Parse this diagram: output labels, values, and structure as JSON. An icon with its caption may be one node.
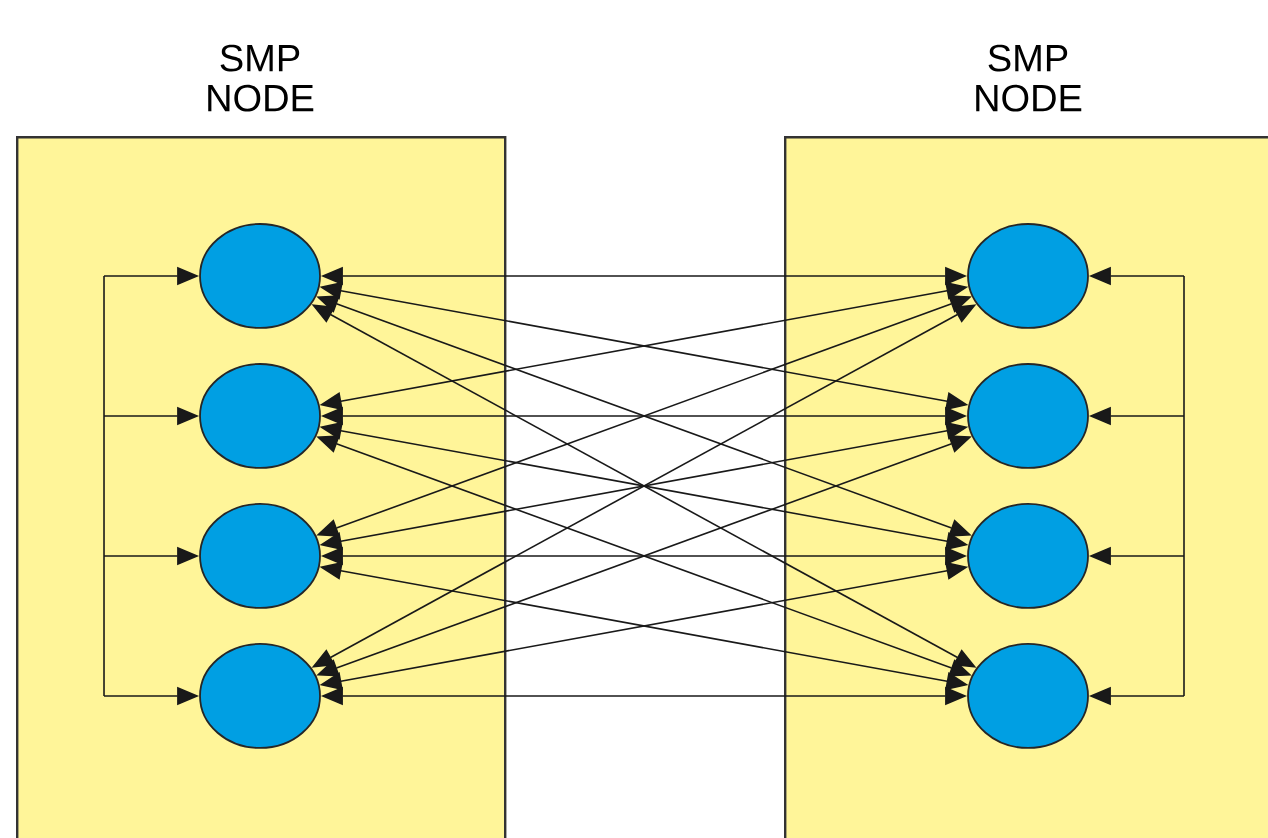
{
  "diagram": {
    "nodes": [
      {
        "text": [
          "SMP NODE"
        ]
      },
      {
        "text": [],
        "shape": "circle",
        "in": 0
      },
      {
        "text": [],
        "shape": "circle",
        "in": 0
      },
      {
        "text": [],
        "shape": "circle",
        "in": 0
      },
      {
        "text": [],
        "shape": "circle",
        "in": 0
      },
      {
        "text": [
          "SMP NODE"
        ]
      },
      {
        "text": [],
        "shape": "circle",
        "in": 5
      },
      {
        "text": [],
        "shape": "circle",
        "in": 5
      },
      {
        "text": [],
        "shape": "circle",
        "in": 5
      },
      {
        "text": [],
        "shape": "circle",
        "in": 5
      }
    ],
    "edges": [
      {
        "from": null,
        "to": 1,
        "arrow": "to"
      },
      {
        "from": null,
        "to": 2,
        "arrow": "to"
      },
      {
        "from": null,
        "to": 3,
        "arrow": "to"
      },
      {
        "from": null,
        "to": 4,
        "arrow": "to"
      },
      {
        "from": null,
        "to": 6,
        "arrow": "to"
      },
      {
        "from": null,
        "to": 7,
        "arrow": "to"
      },
      {
        "from": null,
        "to": 8,
        "arrow": "to"
      },
      {
        "from": null,
        "to": 9,
        "arrow": "to"
      },
      {
        "from": 1,
        "to": 6,
        "arrow": "both"
      },
      {
        "from": 1,
        "to": 7,
        "arrow": "both"
      },
      {
        "from": 1,
        "to": 8,
        "arrow": "both"
      },
      {
        "from": 1,
        "to": 9,
        "arrow": "both"
      },
      {
        "from": 2,
        "to": 6,
        "arrow": "both"
      },
      {
        "from": 2,
        "to": 7,
        "arrow": "both"
      },
      {
        "from": 2,
        "to": 8,
        "arrow": "both"
      },
      {
        "from": 2,
        "to": 9,
        "arrow": "both"
      },
      {
        "from": 3,
        "to": 6,
        "arrow": "both"
      },
      {
        "from": 3,
        "to": 7,
        "arrow": "both"
      },
      {
        "from": 3,
        "to": 8,
        "arrow": "both"
      },
      {
        "from": 3,
        "to": 9,
        "arrow": "both"
      },
      {
        "from": 4,
        "to": 6,
        "arrow": "both"
      },
      {
        "from": 4,
        "to": 7,
        "arrow": "both"
      },
      {
        "from": 4,
        "to": 8,
        "arrow": "both"
      },
      {
        "from": 4,
        "to": 9,
        "arrow": "both"
      }
    ]
  }
}
